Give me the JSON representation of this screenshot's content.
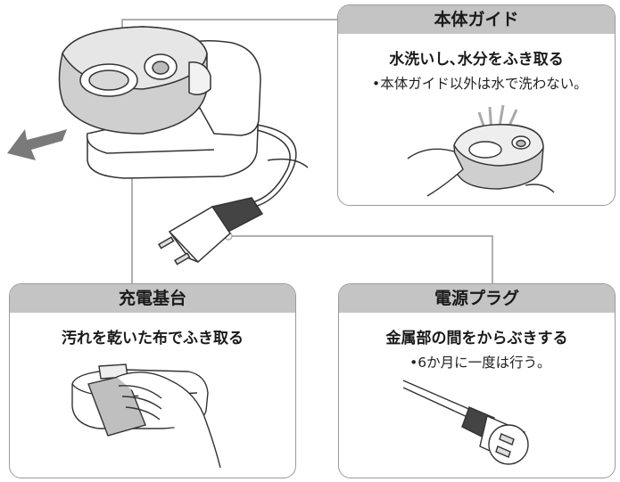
{
  "panels": {
    "body_guide": {
      "header": "本体ガイド",
      "title": "水洗いし､水分をふき取る",
      "note": "•本体ガイド以外は水で洗わない｡"
    },
    "charging_base": {
      "header": "充電基台",
      "title": "汚れを乾いた布でふき取る"
    },
    "power_plug": {
      "header": "電源プラグ",
      "title": "金属部の間をからぶきする",
      "note": "•6か月に一度は行う｡"
    }
  },
  "colors": {
    "header_bg": "#c4c4c4",
    "border": "#9a9a9a",
    "arrow": "#7a7a7a",
    "leader_line": "#b0b0b0"
  }
}
